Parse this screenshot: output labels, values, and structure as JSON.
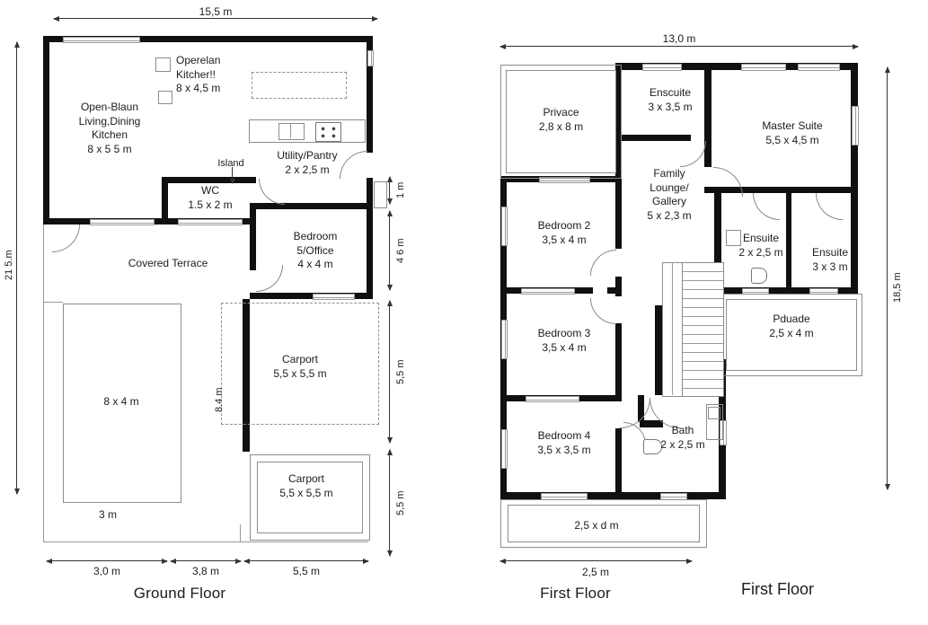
{
  "colors": {
    "wall": "#101010",
    "thin_line": "#9a9a9a",
    "text": "#1c1c1c",
    "background": "#ffffff"
  },
  "ground_floor": {
    "title": "Ground Floor",
    "dims": {
      "top": "15,5 m",
      "left": "21 5.m",
      "right1": "1 m",
      "right2": "4 6 m",
      "right3": "5,5 m",
      "right4": "5,5 m",
      "bottom1": "3,0 m",
      "bottom2": "3,8 m",
      "bottom3": "5,5 m"
    },
    "labels": {
      "kitchen_note": "Operelan\nKitcher!!\n8 x 4,5 m",
      "living": "Open-Blaun\nLiving,Dining\nKitchen\n8 x 5 5 m",
      "island": "Island",
      "utility": "Utility/Pantry\n2 x 2,5 m",
      "wc": "WC\n1.5 x 2 m",
      "bedroom5": "Bedroom\n5/Office\n4 x 4 m",
      "terrace": "Covered Terrace",
      "pool": "8 x 4 m",
      "pool_width": "3 m",
      "driveway": "8.4 m",
      "carport_upper": "Carport\n5,5 x 5,5 m",
      "carport_lower": "Carport\n5,5 x 5,5 m"
    }
  },
  "first_floor": {
    "title": "First Floor",
    "side_label": "First Floor",
    "dims": {
      "top": "13,0 m",
      "right": "18,5 m",
      "bottom": "2,5 m"
    },
    "labels": {
      "privace": "Privace\n2,8 x 8 m",
      "enscuite": "Enscuite\n3 x 3,5 m",
      "master": "Master Suite\n5,5 x 4,5 m",
      "lounge": "Family\nLounge/\nGallery\n5 x 2,3 m",
      "bedroom2": "Bedroom 2\n3,5 x 4 m",
      "ensuite_small": "Ensuite\n2 x 2,5 m",
      "ensuite_corner": "Ensuite\n3 x 3 m",
      "pduade": "Pduade\n2,5 x 4 m",
      "bedroom3": "Bedroom 3\n3,5 x 4 m",
      "bedroom4": "Bedroom 4\n3,5 x 3,5 m",
      "bath": "Bath\n2 x 2,5 m",
      "balcony": "2,5 x d m"
    }
  }
}
